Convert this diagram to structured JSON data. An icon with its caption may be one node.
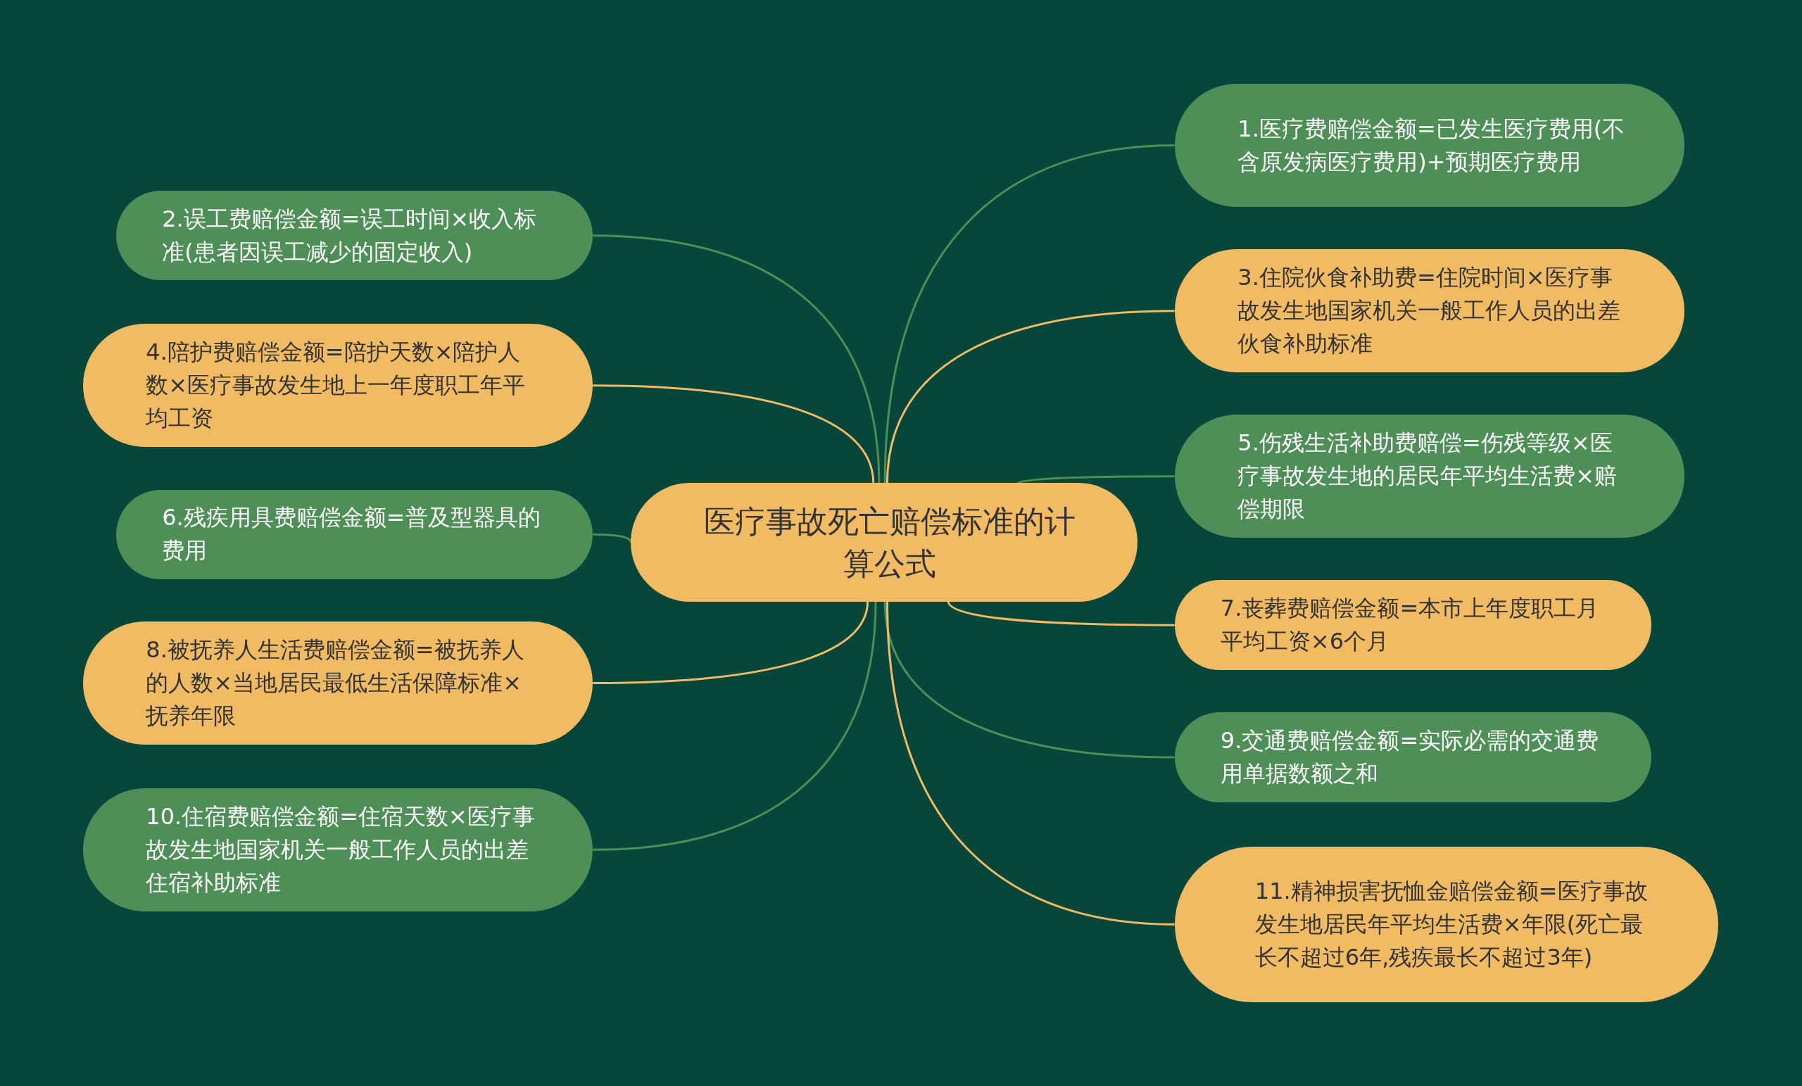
{
  "diagram": {
    "nodes": [
      {
        "text": [
          "医疗事故死亡赔偿标准的计算公式"
        ]
      },
      {
        "text": [
          "1.医疗费赔偿金额=已发生医疗费用(不含原发病医疗费用)+预期医疗费用"
        ]
      },
      {
        "text": [
          "2.误工费赔偿金额=误工时间×收入标准(患者因误工减少的固定收入)"
        ]
      },
      {
        "text": [
          "3.住院伙食补助费=住院时间×医疗事故发生地国家机关一般工作人员的出差伙食补助标准"
        ]
      },
      {
        "text": [
          "4.陪护费赔偿金额=陪护天数×陪护人数×医疗事故发生地上一年度职工年平均工资"
        ]
      },
      {
        "text": [
          "5.伤残生活补助费赔偿=伤残等级×医疗事故发生地的居民年平均生活费×赔偿期限"
        ]
      },
      {
        "text": [
          "6.残疾用具费赔偿金额=普及型器具的费用"
        ]
      },
      {
        "text": [
          "7.丧葬费赔偿金额=本市上年度职工月平均工资×6个月"
        ]
      },
      {
        "text": [
          "8.被抚养人生活费赔偿金额=被抚养人的人数×当地居民最低生活保障标准×抚养年限"
        ]
      },
      {
        "text": [
          "9.交通费赔偿金额=实际必需的交通费用单据数额之和"
        ]
      },
      {
        "text": [
          "10.住宿费赔偿金额=住宿天数×医疗事故发生地国家机关一般工作人员的出差住宿补助标准"
        ]
      },
      {
        "text": [
          "11.精神损害抚恤金赔偿金额=医疗事故发生地居民年平均生活费×年限(死亡最长不超过6年,残疾最长不超过3年)"
        ]
      }
    ],
    "edges": [
      {
        "from": 0,
        "to": 1,
        "arrow": "none"
      },
      {
        "from": 0,
        "to": 2,
        "arrow": "none"
      },
      {
        "from": 0,
        "to": 3,
        "arrow": "none",
        "color": "#f0bb62"
      },
      {
        "from": 0,
        "to": 4,
        "arrow": "none",
        "color": "#f0bb62"
      },
      {
        "from": 0,
        "to": 5,
        "arrow": "none"
      },
      {
        "from": 0,
        "to": 6,
        "arrow": "none"
      },
      {
        "from": 0,
        "to": 7,
        "arrow": "none",
        "color": "#f0bb62"
      },
      {
        "from": 0,
        "to": 8,
        "arrow": "none",
        "color": "#f0bb62"
      },
      {
        "from": 0,
        "to": 9,
        "arrow": "none"
      },
      {
        "from": 0,
        "to": 10,
        "arrow": "none"
      },
      {
        "from": 0,
        "to": 11,
        "arrow": "none",
        "color": "#f0bb62"
      }
    ]
  }
}
